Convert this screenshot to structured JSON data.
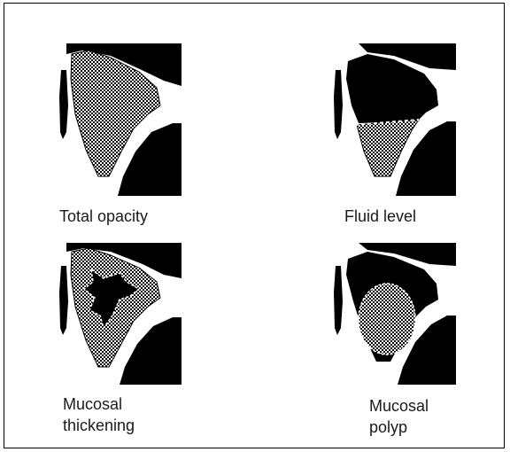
{
  "panels": [
    {
      "caption_lines": [
        "Total opacity"
      ]
    },
    {
      "caption_lines": [
        "Fluid level"
      ]
    },
    {
      "caption_lines": [
        "Mucosal",
        "thickening"
      ]
    },
    {
      "caption_lines": [
        "Mucosal",
        "polyp"
      ]
    }
  ],
  "colors": {
    "bone": "#000000",
    "fill_pattern": "#000000",
    "background": "#ffffff"
  }
}
